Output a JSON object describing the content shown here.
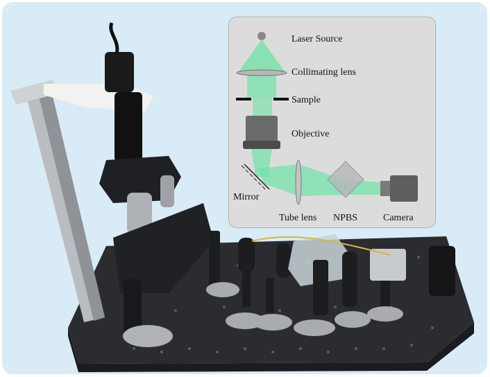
{
  "diagram": {
    "labels": {
      "laser_source": "Laser Source",
      "collimating_lens": "Collimating lens",
      "sample": "Sample",
      "objective": "Objective",
      "mirror": "Mirror",
      "tube_lens": "Tube lens",
      "npbs": "NPBS",
      "camera": "Camera"
    },
    "colors": {
      "beam": "#6ee3a6",
      "panel": "#dcdcdc",
      "frame_background": "#d8ebf6",
      "breadboard": "#2a2c30"
    }
  },
  "photo": {
    "icons": [
      "breadboard-table",
      "microscope-body",
      "camera-icon",
      "beam-splitter-cube",
      "lens-mount"
    ]
  }
}
